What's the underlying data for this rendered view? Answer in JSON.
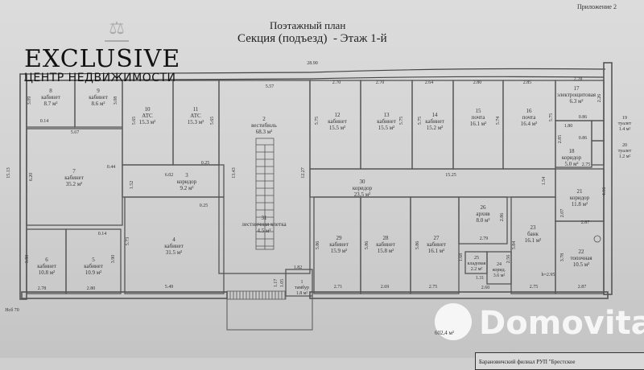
{
  "header": {
    "appendix": "Приложение 2",
    "title": "Поэтажный план",
    "subtitle": "Секция (подъезд)  - Этаж 1-й"
  },
  "watermarks": {
    "exclusive": "EXCLUSIVE",
    "exclusive_sub": "ЦЕНТР НЕДВИЖИМОСТИ",
    "domovita": "Domovita"
  },
  "rooms": [
    {
      "num": "1",
      "name": "тамбур",
      "area": "1.8 м²"
    },
    {
      "num": "2",
      "name": "вестибюль",
      "area": "68.3 м²"
    },
    {
      "num": "3",
      "name": "коридор",
      "area": "9.2 м²"
    },
    {
      "num": "4",
      "name": "кабинет",
      "area": "31.5 м²"
    },
    {
      "num": "5",
      "name": "кабинет",
      "area": "10.9 м²"
    },
    {
      "num": "6",
      "name": "кабинет",
      "area": "10.8 м²"
    },
    {
      "num": "7",
      "name": "кабинет",
      "area": "35.2 м²"
    },
    {
      "num": "8",
      "name": "кабинет",
      "area": "8.7 м²"
    },
    {
      "num": "9",
      "name": "кабинет",
      "area": "8.6 м²"
    },
    {
      "num": "10",
      "name": "АТС",
      "area": "15.3 м²"
    },
    {
      "num": "11",
      "name": "АТС",
      "area": "15.3 м²"
    },
    {
      "num": "12",
      "name": "кабинет",
      "area": "15.5 м²"
    },
    {
      "num": "13",
      "name": "кабинет",
      "area": "15.5 м²"
    },
    {
      "num": "14",
      "name": "кабинет",
      "area": "15.2 м²"
    },
    {
      "num": "15",
      "name": "почта",
      "area": "16.1 м²"
    },
    {
      "num": "16",
      "name": "почта",
      "area": "16.4 м²"
    },
    {
      "num": "17",
      "name": "электрощитовая",
      "area": "6.3 м²"
    },
    {
      "num": "18",
      "name": "коридор",
      "area": "5.0 м²"
    },
    {
      "num": "19",
      "name": "туалет",
      "area": "1.4 м²"
    },
    {
      "num": "20",
      "name": "туалет",
      "area": "1.2 м²"
    },
    {
      "num": "21",
      "name": "коридор",
      "area": "11.8 м²"
    },
    {
      "num": "22",
      "name": "топочная",
      "area": "10.5 м²"
    },
    {
      "num": "23",
      "name": "банк",
      "area": "16.1 м²"
    },
    {
      "num": "24",
      "name": "корид.",
      "area": "3.6 м²"
    },
    {
      "num": "25",
      "name": "кладовая",
      "area": "2.2 м²"
    },
    {
      "num": "26",
      "name": "архив",
      "area": "8.0 м²"
    },
    {
      "num": "27",
      "name": "кабинет",
      "area": "16.1 м²"
    },
    {
      "num": "28",
      "name": "кабинет",
      "area": "15.8 м²"
    },
    {
      "num": "29",
      "name": "кабинет",
      "area": "15.9 м²"
    },
    {
      "num": "30",
      "name": "коридор",
      "area": "23.5 м²"
    },
    {
      "num": "31",
      "name": "лестничная клетка",
      "area": "4.5 м²"
    }
  ],
  "dimensions": [
    "3.09",
    "5.67",
    "0.14",
    "3.08",
    "5.65",
    "5.65",
    "0.25",
    "0.44",
    "6.02",
    "15.13",
    "6.20",
    "1.52",
    "13.43",
    "12.27",
    "0.25",
    "0.14",
    "3.90",
    "3.90",
    "5.73",
    "2.78",
    "2.80",
    "5.49",
    "1.82",
    "1.17",
    "1.05",
    "5.57",
    "2.70",
    "2.70",
    "2.64",
    "2.80",
    "2.85",
    "2.78",
    "2.26",
    "5.75",
    "5.75",
    "5.75",
    "5.74",
    "5.75",
    "1.80",
    "0.86",
    "2.85",
    "0.86",
    "2.75",
    "15.25",
    "1.54",
    "4.16",
    "2.87",
    "2.07",
    "5.86",
    "5.86",
    "5.86",
    "2.86",
    "2.79",
    "1.68",
    "2.56",
    "1.31",
    "5.84",
    "3.78",
    "2.71",
    "2.69",
    "2.75",
    "2.60",
    "2.75",
    "2.87",
    "h=2.95",
    "Нсб 70",
    "28.90"
  ],
  "totals": [
    "602,4 м²"
  ],
  "footer_note": "Барановичский филиал РУП \"Брестское"
}
